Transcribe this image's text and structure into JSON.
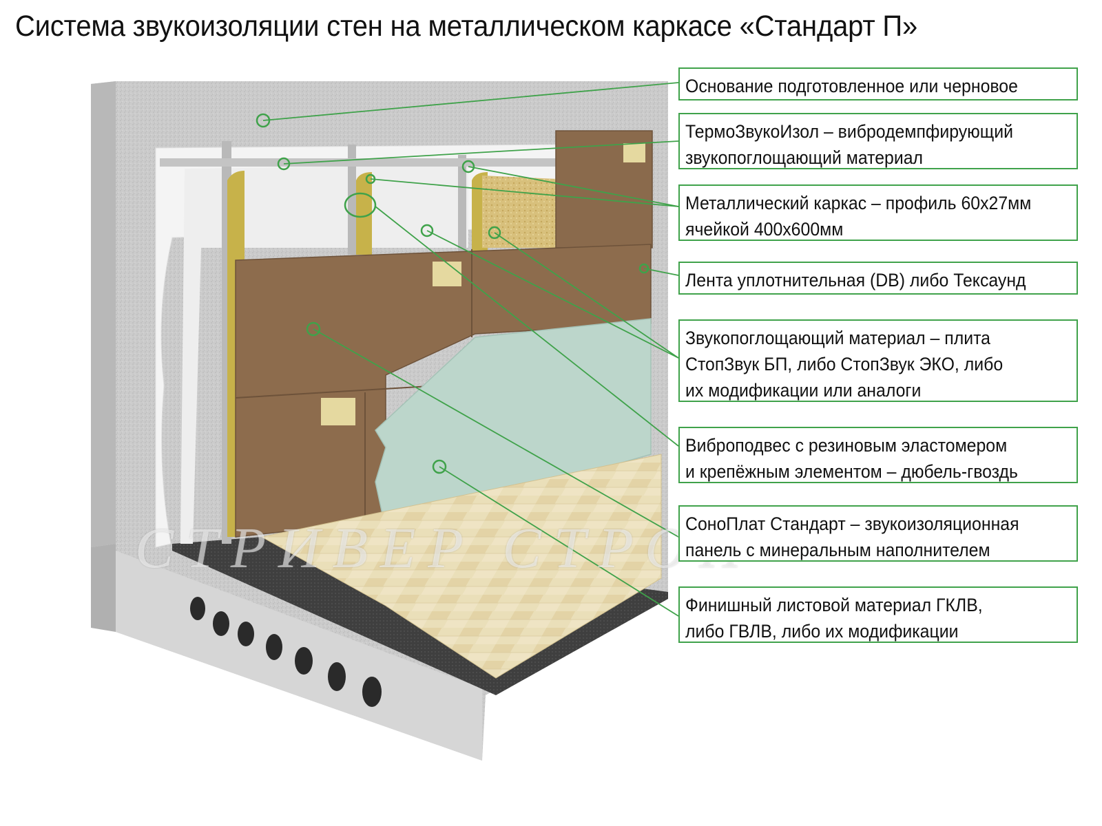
{
  "title": "Система звукоизоляции стен на металлическом каркасе «Стандарт П»",
  "watermark": "СТРИВЕР СТРОЙ",
  "callouts": [
    {
      "id": "base",
      "text": "Основание подготовленное или черновое"
    },
    {
      "id": "thermo",
      "text": "ТермоЗвукоИзол – вибродемпфирующий\nзвукопоглощающий материал"
    },
    {
      "id": "frame",
      "text": "Металлический каркас – профиль 60х27мм\nячейкой 400х600мм"
    },
    {
      "id": "tape",
      "text": "Лента уплотнительная (DB) либо Тексаунд"
    },
    {
      "id": "absorber",
      "text": "Звукопоглощающий материал – плита\nСтопЗвук БП, либо СтопЗвук ЭКО, либо\nих модификации или аналоги"
    },
    {
      "id": "hanger",
      "text": "Виброподвес с резиновым эластомером\nи крепёжным элементом – дюбель-гвоздь"
    },
    {
      "id": "sonoplat",
      "text": "СоноПлат Стандарт – звукоизоляционная\nпанель с минеральным наполнителем"
    },
    {
      "id": "finish",
      "text": "Финишный листовой материал ГКЛВ,\nлибо ГВЛВ, либо их модификации"
    }
  ],
  "colors": {
    "accent": "#3fa24a",
    "concrete": "#c9c9c9",
    "panel": "#8a6a4c",
    "gypsum": "#b9d4c9",
    "floor": "#e8dcb6",
    "underlay": "#3d3d3d",
    "insulation": "#d9c27a"
  }
}
